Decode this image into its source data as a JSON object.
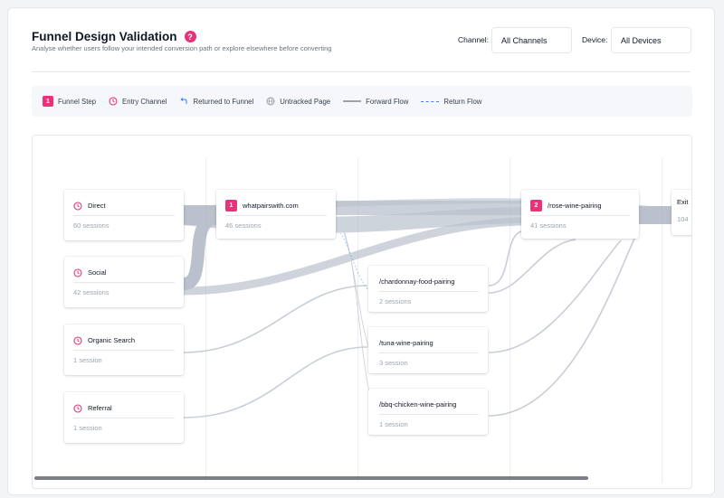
{
  "header": {
    "title": "Funnel Design Validation",
    "help_icon": "?",
    "subtitle": "Analyse whether users follow your intended conversion path or explore elsewhere before converting"
  },
  "filters": {
    "channel_label": "Channel:",
    "channel_value": "All Channels",
    "device_label": "Device:",
    "device_value": "All Devices"
  },
  "legend": {
    "funnel_step_badge": "1",
    "funnel_step": "Funnel Step",
    "entry_channel": "Entry Channel",
    "returned_to_funnel": "Returned to Funnel",
    "untracked_page": "Untracked Page",
    "forward_flow": "Forward Flow",
    "return_flow": "Return Flow"
  },
  "entry_channels": [
    {
      "label": "Direct",
      "sessions": "60 sessions",
      "icon": "clock-icon"
    },
    {
      "label": "Social",
      "sessions": "42 sessions",
      "icon": "clock-icon"
    },
    {
      "label": "Organic Search",
      "sessions": "1 session",
      "icon": "clock-icon"
    },
    {
      "label": "Referral",
      "sessions": "1 session",
      "icon": "clock-icon"
    }
  ],
  "funnel_steps": [
    {
      "step": "1",
      "label": "whatpairswith.com",
      "sessions": "46 sessions"
    },
    {
      "step": "2",
      "label": "/rose-wine-pairing",
      "sessions": "41 sessions"
    }
  ],
  "untracked_pages": [
    {
      "label": "/chardonnay-food-pairing",
      "sessions": "2 sessions"
    },
    {
      "label": "/tuna-wine-pairing",
      "sessions": "3 session"
    },
    {
      "label": "/bbq-chicken-wine-pairing",
      "sessions": "1 session"
    }
  ],
  "exit": {
    "label": "Exit",
    "sessions": "104"
  },
  "colors": {
    "accent": "#e6337a",
    "flow": "#aeb6c4",
    "return_flow": "#3b82f6"
  }
}
